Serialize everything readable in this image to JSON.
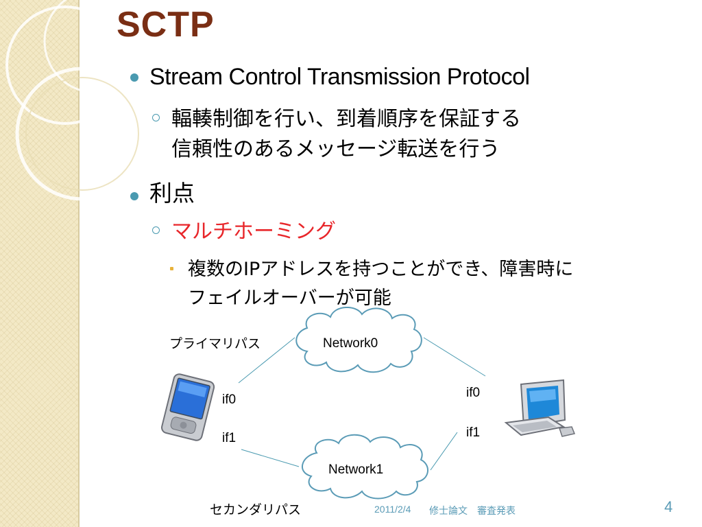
{
  "slide": {
    "title": "SCTP",
    "bullets": [
      {
        "text": "Stream Control Transmission Protocol"
      },
      {
        "text": "利点"
      }
    ],
    "sub_bullets": [
      {
        "line1": "輻輳制御を行い、到着順序を保証する",
        "line2": "信頼性のあるメッセージ転送を行う"
      },
      {
        "line1": "マルチホーミング"
      }
    ],
    "sub_sub_bullet": {
      "line1": "複数のIPアドレスを持つことができ、障害時に",
      "line2": "フェイルオーバーが可能"
    }
  },
  "diagram": {
    "network0": "Network0",
    "network1": "Network1",
    "primary_path": "プライマリパス",
    "secondary_path": "セカンダリパス",
    "left_if0": "if0",
    "left_if1": "if1",
    "right_if0": "if0",
    "right_if1": "if1",
    "icons": [
      "pda-device-icon",
      "desktop-computer-icon",
      "cloud-icon"
    ]
  },
  "footer": {
    "date": "2011/2/4",
    "caption": "修士論文　審査発表",
    "page_number": "4"
  },
  "colors": {
    "title": "#7a2e14",
    "bullet": "#4a9ab0",
    "highlight": "#e8262a",
    "footer": "#5a9bb6",
    "sub_sub_bullet": "#e8b23a"
  }
}
